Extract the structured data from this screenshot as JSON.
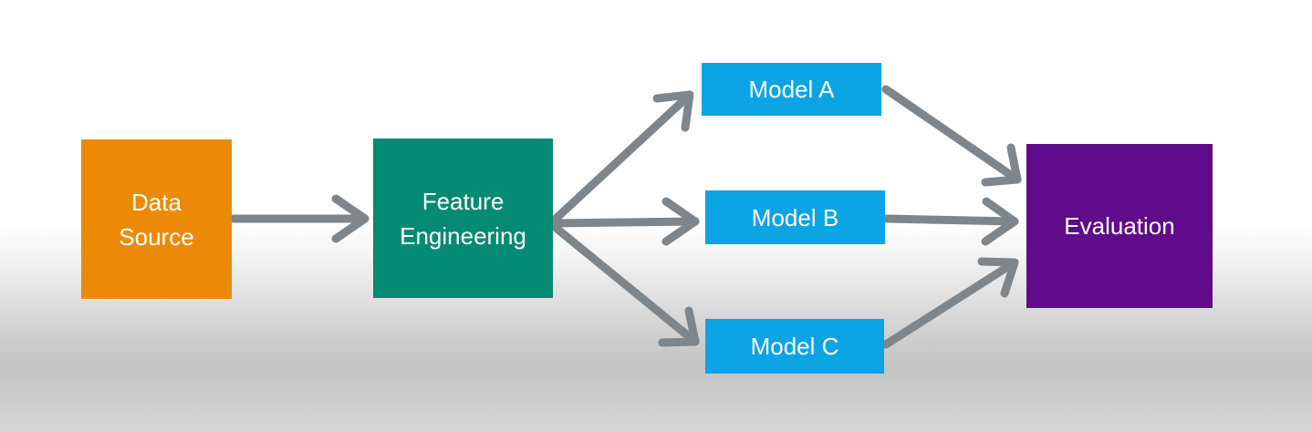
{
  "nodes": {
    "data_source": {
      "line1": "Data",
      "line2": "Source",
      "color": "#ec8a07"
    },
    "feature_engineering": {
      "line1": "Feature",
      "line2": "Engineering",
      "color": "#058a74"
    },
    "model_a": {
      "label": "Model A",
      "color": "#0da4e6"
    },
    "model_b": {
      "label": "Model B",
      "color": "#0da4e6"
    },
    "model_c": {
      "label": "Model C",
      "color": "#0da4e6"
    },
    "evaluation": {
      "label": "Evaluation",
      "color": "#5f0b8c"
    }
  },
  "edges": [
    {
      "from": "data_source",
      "to": "feature_engineering"
    },
    {
      "from": "feature_engineering",
      "to": "model_a"
    },
    {
      "from": "feature_engineering",
      "to": "model_b"
    },
    {
      "from": "feature_engineering",
      "to": "model_c"
    },
    {
      "from": "model_a",
      "to": "evaluation"
    },
    {
      "from": "model_b",
      "to": "evaluation"
    },
    {
      "from": "model_c",
      "to": "evaluation"
    }
  ],
  "arrow_color": "#7e868b"
}
